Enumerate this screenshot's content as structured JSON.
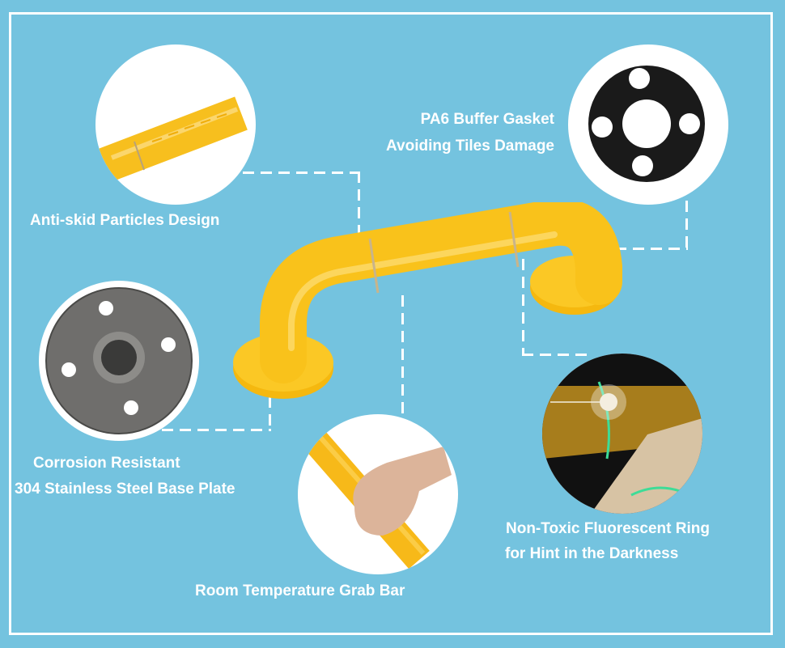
{
  "features": [
    {
      "id": "anti-skid",
      "label": "Anti-skid Particles Design"
    },
    {
      "id": "gasket",
      "line1": "PA6 Buffer Gasket",
      "line2": "Avoiding Tiles Damage"
    },
    {
      "id": "base-plate",
      "line1": "Corrosion Resistant",
      "line2": "304 Stainless Steel Base Plate"
    },
    {
      "id": "room-temp",
      "label": "Room Temperature Grab Bar"
    },
    {
      "id": "fluorescent",
      "line1": "Non-Toxic Fluorescent Ring",
      "line2": "for Hint in the Darkness"
    }
  ],
  "colors": {
    "background": "#74c3df",
    "product": "#f9c21b",
    "accent": "#ffffff",
    "ring": "#3ddc97"
  }
}
